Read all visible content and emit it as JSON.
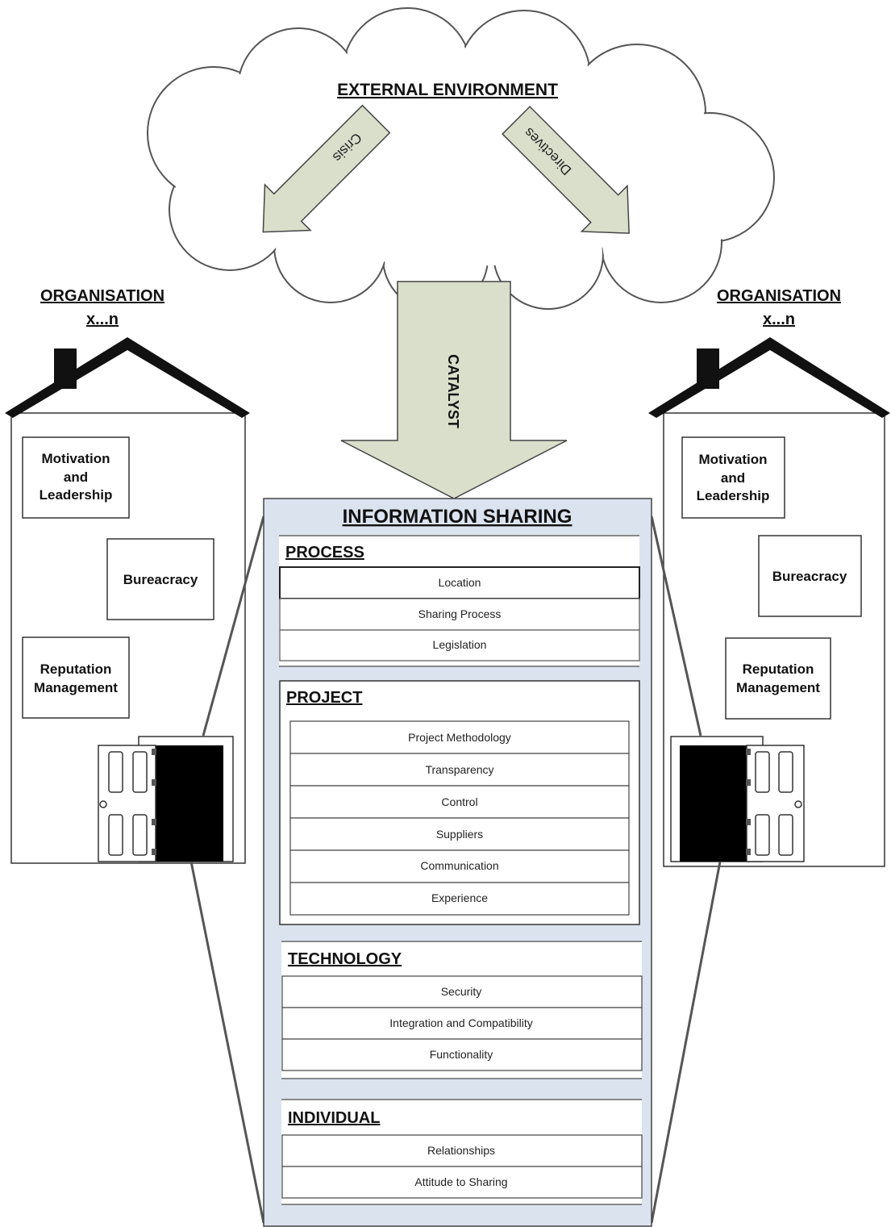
{
  "external_environment": "EXTERNAL ENVIRONMENT",
  "arrows": {
    "crisis": "Crisis",
    "directives": "Directives",
    "catalyst": "CATALYST"
  },
  "organisation_left": {
    "title_line1": "ORGANISATION",
    "title_line2": "x...n",
    "motivation": [
      "Motivation",
      "and",
      "Leadership"
    ],
    "bureacracy": "Bureacracy",
    "reputation": [
      "Reputation",
      "Management"
    ]
  },
  "organisation_right": {
    "title_line1": "ORGANISATION",
    "title_line2": "x...n",
    "motivation": [
      "Motivation",
      "and",
      "Leadership"
    ],
    "bureacracy": "Bureacracy",
    "reputation": [
      "Reputation",
      "Management"
    ]
  },
  "information_sharing": {
    "title": "INFORMATION SHARING",
    "process": {
      "title": "PROCESS",
      "items": [
        "Location",
        "Sharing Process",
        "Legislation"
      ]
    },
    "project": {
      "title": "PROJECT",
      "items": [
        "Project Methodology",
        "Transparency",
        "Control",
        "Suppliers",
        "Communication",
        "Experience"
      ]
    },
    "technology": {
      "title": "TECHNOLOGY",
      "items": [
        "Security",
        "Integration and Compatibility",
        "Functionality"
      ]
    },
    "individual": {
      "title": "INDIVIDUAL",
      "items": [
        "Relationships",
        "Attitude to Sharing"
      ]
    }
  },
  "colors": {
    "arrow_fill": "#d9dfcb",
    "panel_fill": "#dbe3ef",
    "stroke": "#333333"
  }
}
